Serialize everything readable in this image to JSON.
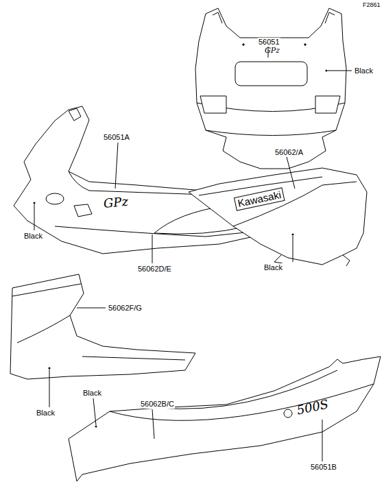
{
  "diagram": {
    "labels": [
      "F2861",
      "56051",
      "Black",
      "56051A",
      "56062/A",
      "Black",
      "Black",
      "56062D/E",
      "56062F/G",
      "Black",
      "Black",
      "56062B/C",
      "56051B",
      "GPz",
      "GPz",
      "Kawasaki",
      "500S"
    ]
  }
}
